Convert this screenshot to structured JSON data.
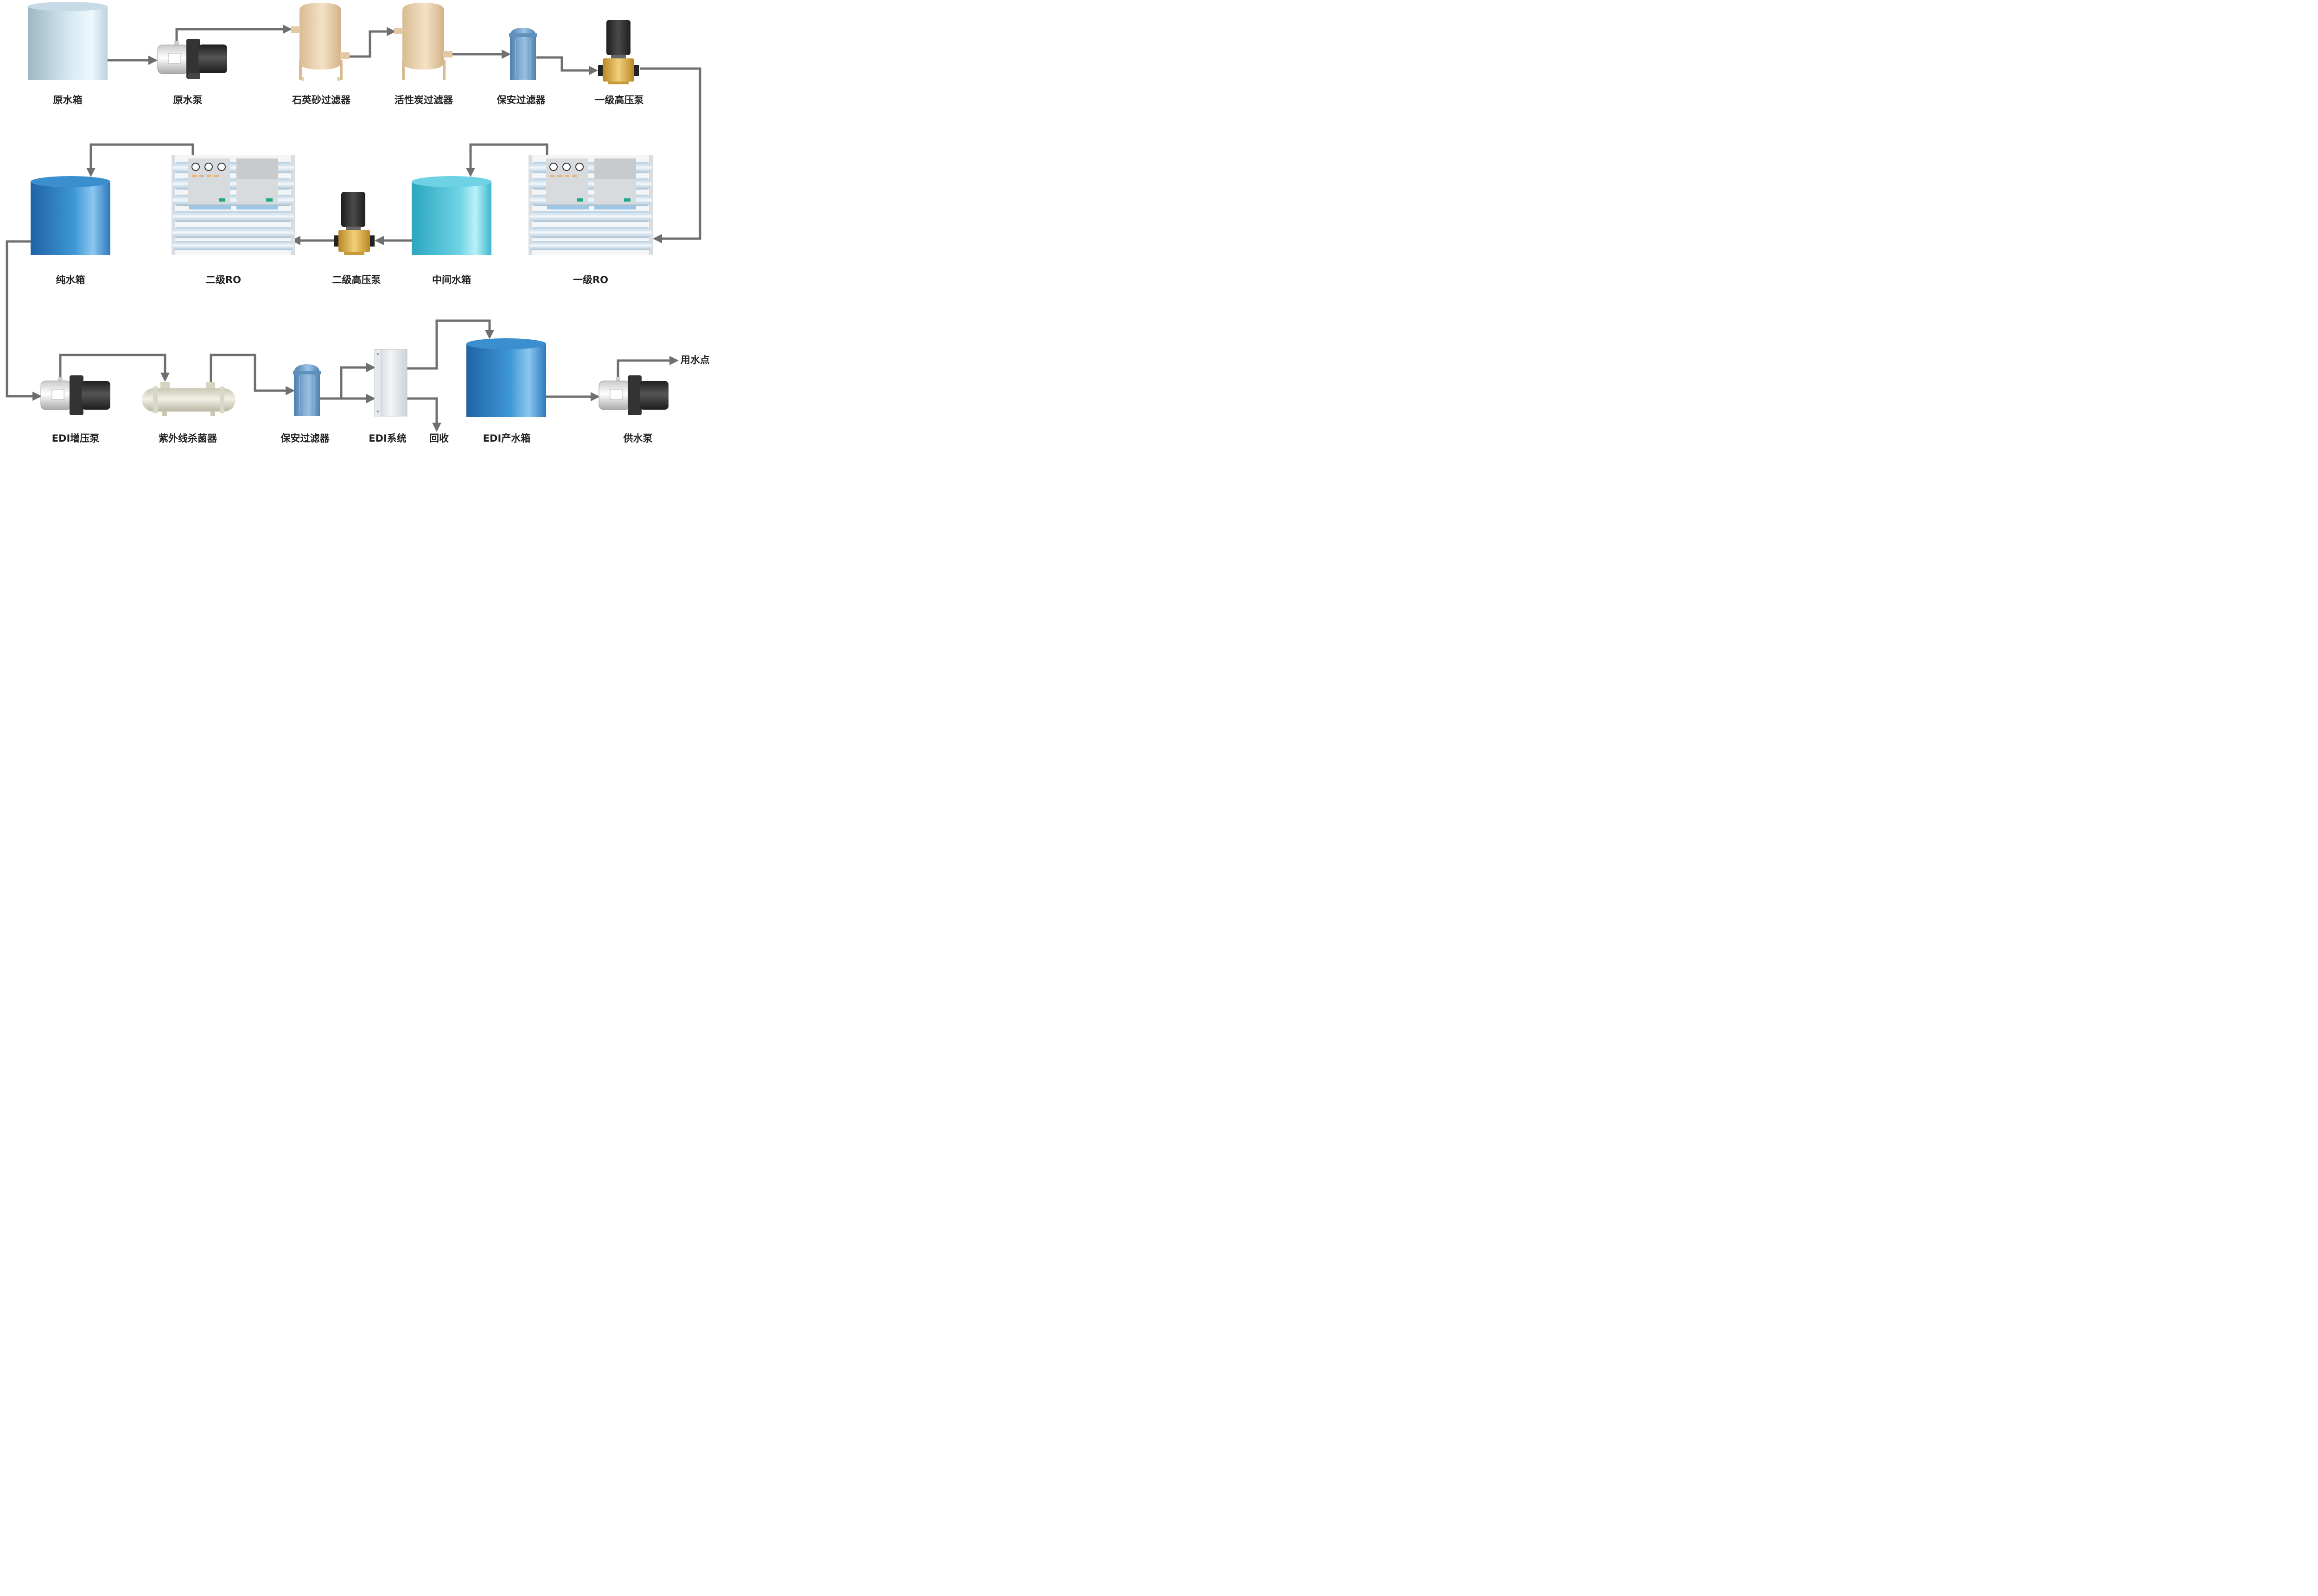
{
  "labels": {
    "raw_tank": "原水箱",
    "raw_pump": "原水泵",
    "sand_filter": "石英砂过滤器",
    "carbon_filter": "活性炭过滤器",
    "security_filter_1": "保安过滤器",
    "hp_pump_1": "一级高压泵",
    "pure_tank": "纯水箱",
    "ro_2": "二级RO",
    "hp_pump_2": "二级高压泵",
    "mid_tank": "中间水箱",
    "ro_1": "一级RO",
    "edi_booster_pump": "EDI增压泵",
    "uv_sterilizer": "紫外线杀菌器",
    "security_filter_2": "保安过滤器",
    "edi_system": "EDI系统",
    "recycle": "回收",
    "edi_tank": "EDI产水箱",
    "supply_pump": "供水泵",
    "use_point": "用水点"
  },
  "colors": {
    "pipe": "#6f6f6f",
    "raw_tank": "#b7cfdc",
    "filter_tan": "#e8d2b0",
    "security_filter_blue": "#6f9ec8",
    "pure_tank_blue": "#2f85c6",
    "mid_tank_cyan": "#4fc3d9",
    "brass": "#d9a845",
    "motor": "#2b2b2b"
  }
}
